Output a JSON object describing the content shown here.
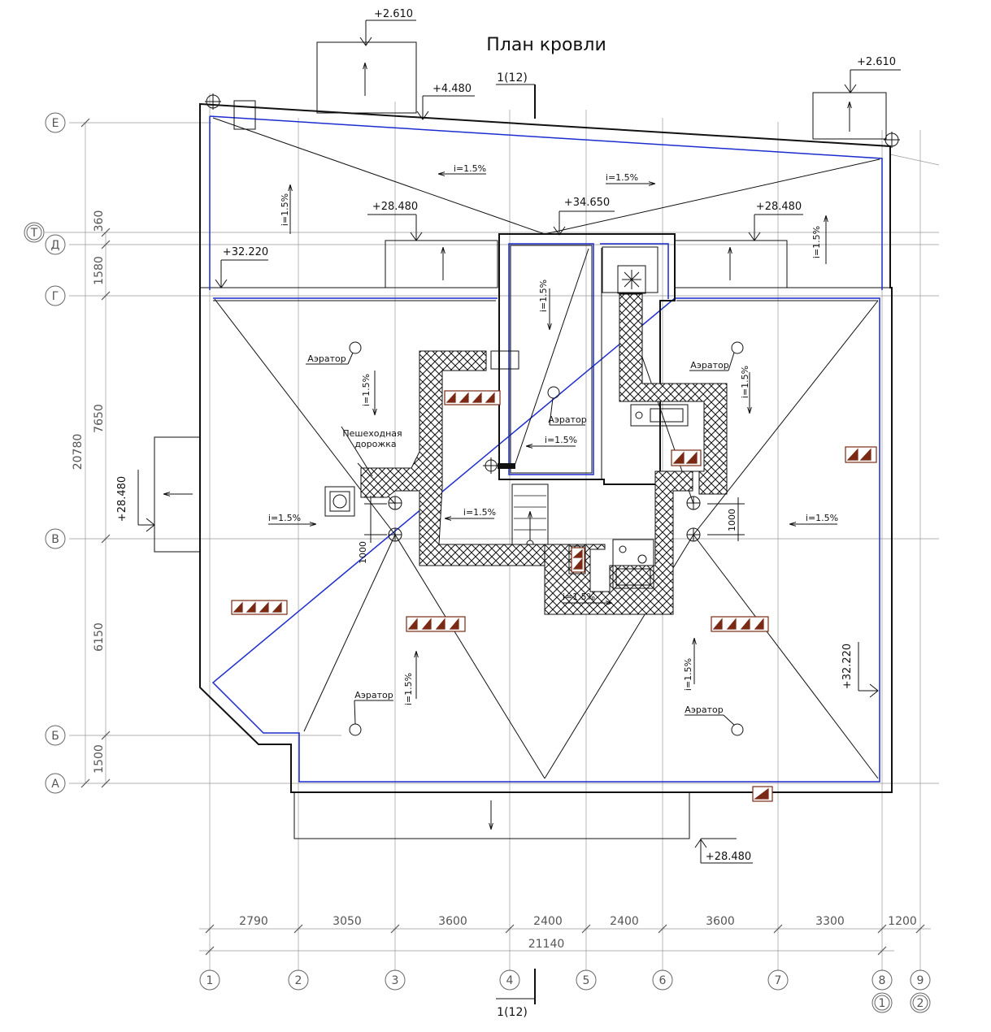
{
  "title": "План кровли",
  "section_mark": "1(12)",
  "elevations": [
    "+2.610",
    "+4.480",
    "+2.610",
    "+34.650",
    "+28.480",
    "+28.480",
    "+32.220",
    "+28.480",
    "+32.220",
    "+28.480"
  ],
  "slopes": [
    "i=1.5%",
    "i=1.5%",
    "i=1.5%",
    "i=1.5%",
    "i=1.5%",
    "i=1.5%",
    "i=1.5%",
    "i=1.5%",
    "i=1.5%",
    "i=1.5%",
    "i=1.5%",
    "i=1.5%",
    "i=1.5%",
    "i=1.5%"
  ],
  "labels": {
    "aerator": "Аэратор",
    "walkway_line1": "Пешеходная",
    "walkway_line2": "дорожка"
  },
  "dims": {
    "d1000a": "1000",
    "d1000b": "1000"
  },
  "row_axes": [
    "Е",
    "Т",
    "Д",
    "Г",
    "В",
    "Б",
    "А"
  ],
  "row_dims": [
    "360",
    "1580",
    "7650",
    "20780",
    "6150",
    "1500"
  ],
  "col_axes": [
    "1",
    "2",
    "3",
    "4",
    "5",
    "6",
    "7",
    "8",
    "9"
  ],
  "col_axes_sub": [
    "1",
    "2"
  ],
  "col_dims": [
    "2790",
    "3050",
    "3600",
    "2400",
    "2400",
    "3600",
    "3300",
    "1200"
  ],
  "total_dim": "21140",
  "colors": {
    "line": "#111111",
    "blue": "#1c2ccf",
    "axis": "#666666",
    "brown": "#7a2a14"
  }
}
